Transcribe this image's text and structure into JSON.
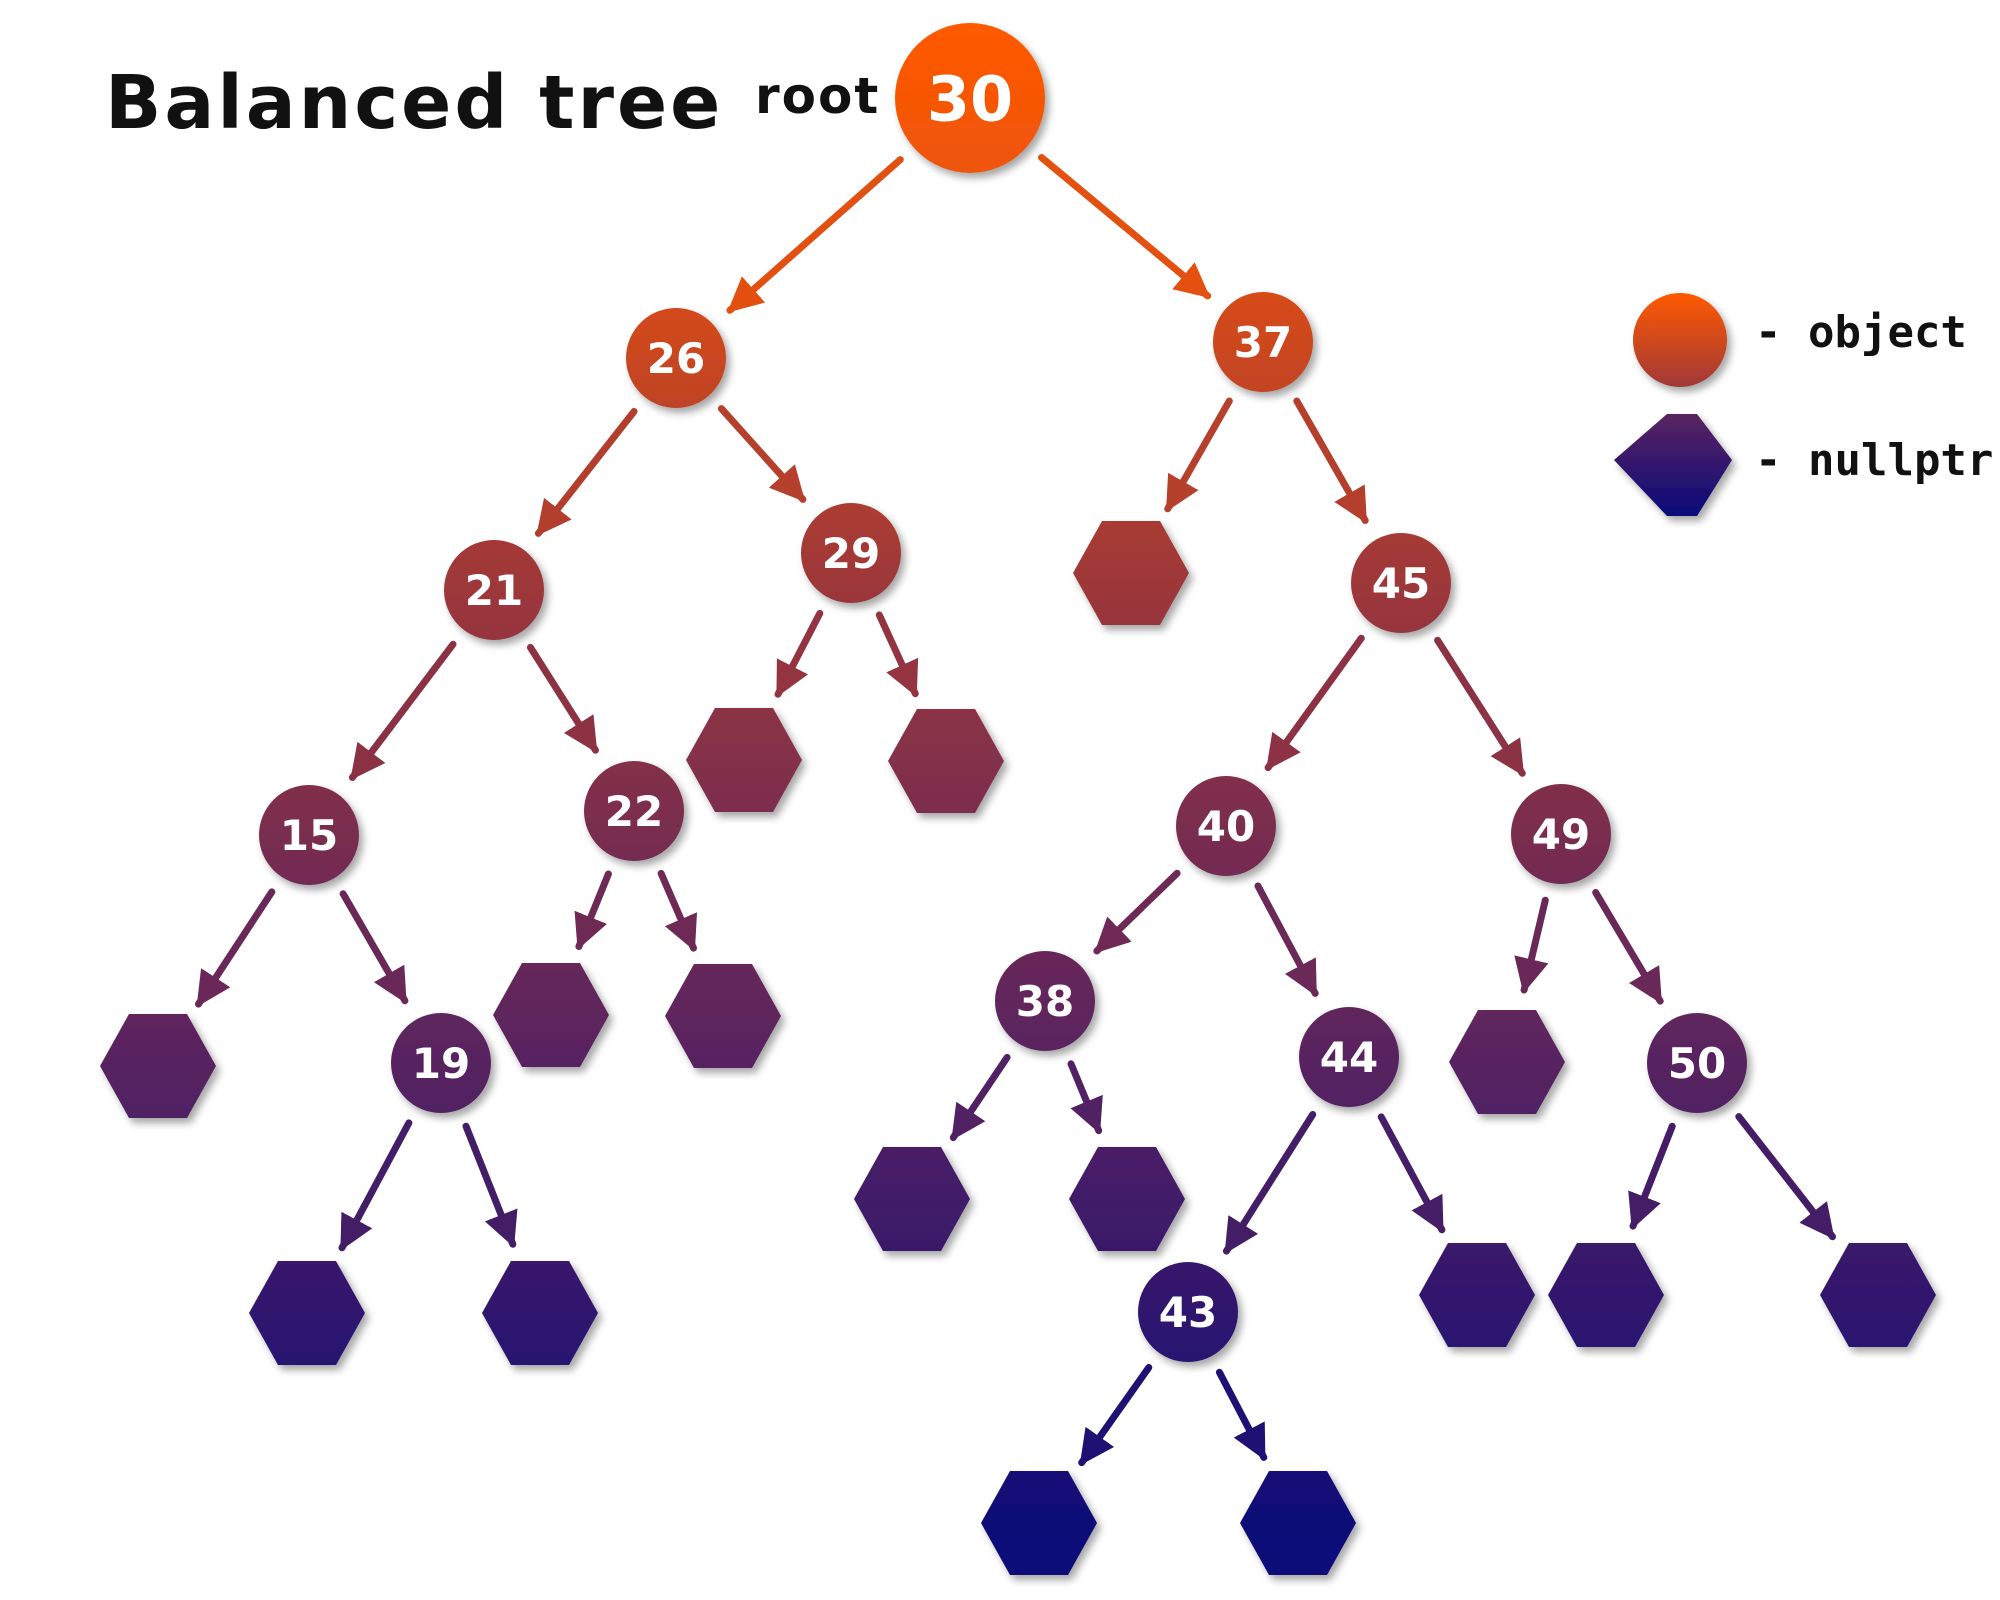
{
  "title": "Balanced tree",
  "root_label": "root",
  "legend": {
    "object_label": "- object",
    "nullptr_label": "- nullptr"
  },
  "colors": {
    "top": "#ff5a00",
    "mid": "#a03838",
    "deep": "#5a2460",
    "bottom": "#0a0a7a",
    "arrow": "#c8441e"
  },
  "nodes": [
    {
      "id": "n30",
      "value": "30"
    },
    {
      "id": "n26",
      "value": "26"
    },
    {
      "id": "n37",
      "value": "37"
    },
    {
      "id": "n21",
      "value": "21"
    },
    {
      "id": "n29",
      "value": "29"
    },
    {
      "id": "n45",
      "value": "45"
    },
    {
      "id": "n15",
      "value": "15"
    },
    {
      "id": "n22",
      "value": "22"
    },
    {
      "id": "n40",
      "value": "40"
    },
    {
      "id": "n49",
      "value": "49"
    },
    {
      "id": "n19",
      "value": "19"
    },
    {
      "id": "n38",
      "value": "38"
    },
    {
      "id": "n44",
      "value": "44"
    },
    {
      "id": "n50",
      "value": "50"
    },
    {
      "id": "n43",
      "value": "43"
    }
  ],
  "edges": [
    [
      "n30",
      "n26"
    ],
    [
      "n30",
      "n37"
    ],
    [
      "n26",
      "n21"
    ],
    [
      "n26",
      "n29"
    ],
    [
      "n37",
      "h37L"
    ],
    [
      "n37",
      "n45"
    ],
    [
      "n21",
      "n15"
    ],
    [
      "n21",
      "n22"
    ],
    [
      "n29",
      "h29L"
    ],
    [
      "n29",
      "h29R"
    ],
    [
      "n45",
      "n40"
    ],
    [
      "n45",
      "n49"
    ],
    [
      "n15",
      "h15L"
    ],
    [
      "n15",
      "n19"
    ],
    [
      "n22",
      "h22L"
    ],
    [
      "n22",
      "h22R"
    ],
    [
      "n40",
      "n38"
    ],
    [
      "n40",
      "n44"
    ],
    [
      "n49",
      "h49L"
    ],
    [
      "n49",
      "n50"
    ],
    [
      "n19",
      "h19L"
    ],
    [
      "n19",
      "h19R"
    ],
    [
      "n38",
      "h38L"
    ],
    [
      "n38",
      "h38R"
    ],
    [
      "n44",
      "n43"
    ],
    [
      "n44",
      "h44R"
    ],
    [
      "n50",
      "h50L"
    ],
    [
      "n50",
      "h50R"
    ],
    [
      "n43",
      "h43L"
    ],
    [
      "n43",
      "h43R"
    ]
  ]
}
